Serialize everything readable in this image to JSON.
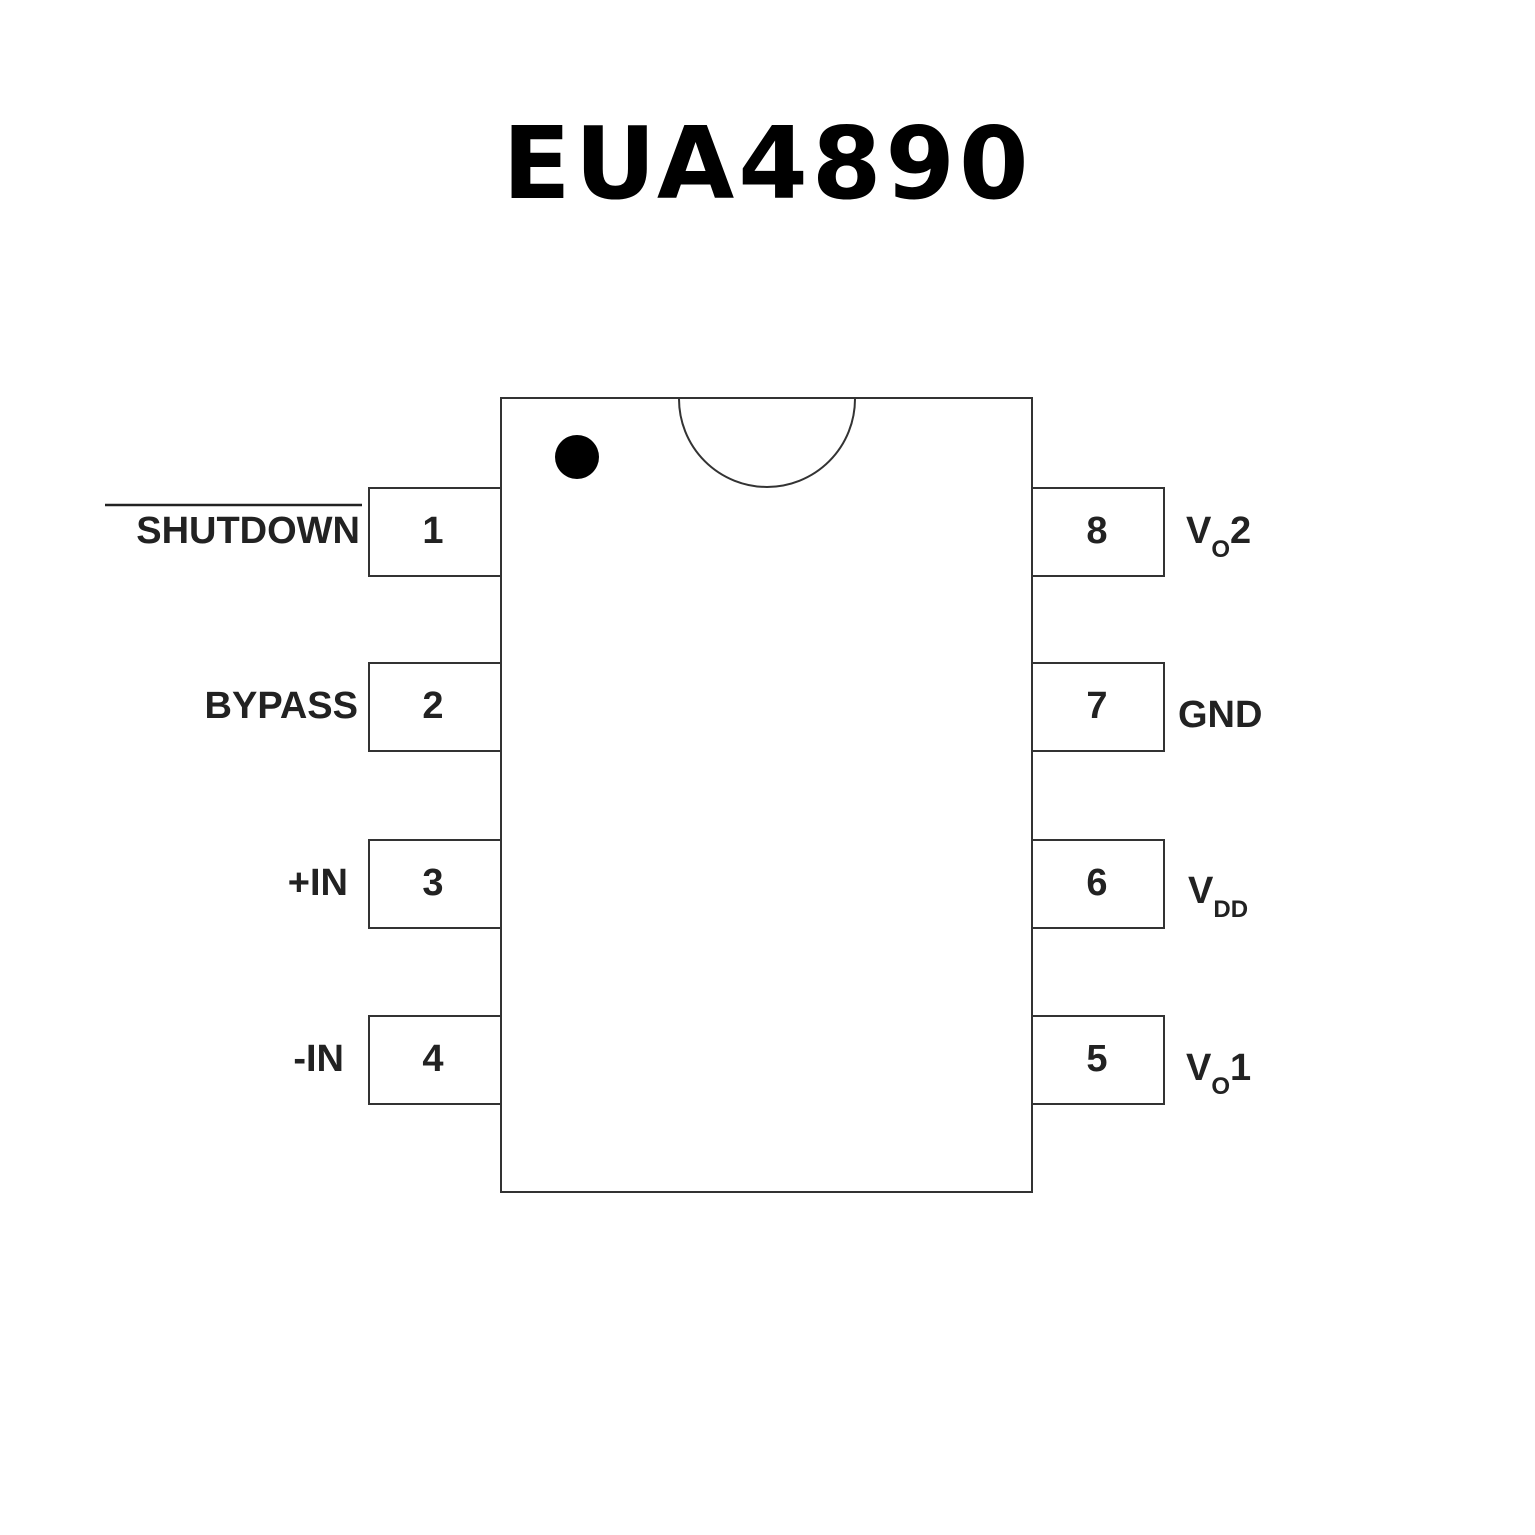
{
  "title": "EUA4890",
  "pins": {
    "p1": {
      "number": "1",
      "label": "SHUTDOWN"
    },
    "p2": {
      "number": "2",
      "label": "BYPASS"
    },
    "p3": {
      "number": "3",
      "label": "+IN"
    },
    "p4": {
      "number": "4",
      "label": "-IN"
    },
    "p5": {
      "number": "5",
      "label_main": "V",
      "label_sub": "O",
      "label_suffix": "1"
    },
    "p6": {
      "number": "6",
      "label_main": "V",
      "label_sub": "DD"
    },
    "p7": {
      "number": "7",
      "label": "GND"
    },
    "p8": {
      "number": "8",
      "label_main": "V",
      "label_sub": "O",
      "label_suffix": "2"
    }
  }
}
